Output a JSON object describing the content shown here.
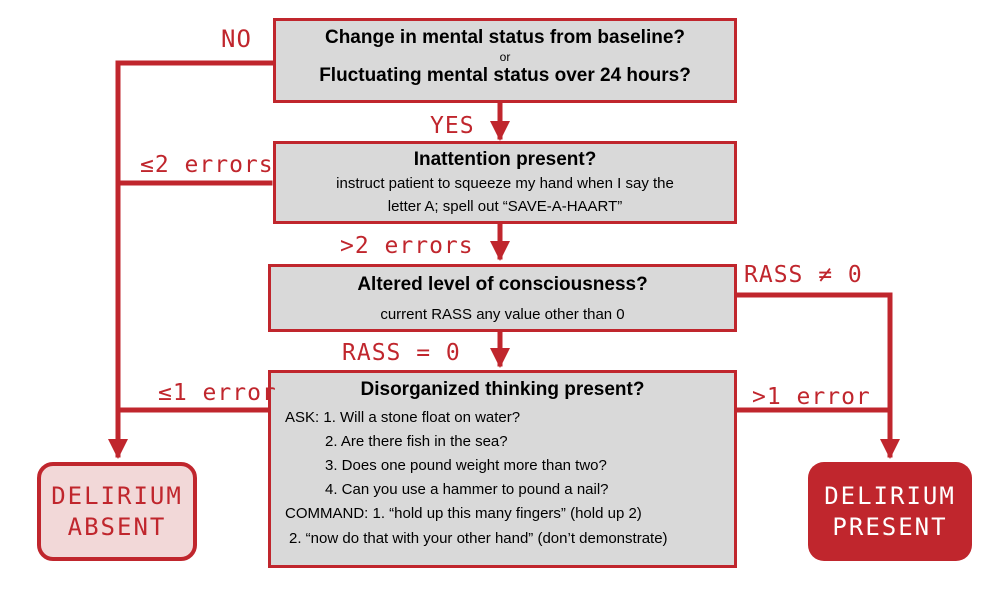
{
  "theme": {
    "accent": "#c0262d",
    "box_fill": "#d9d9d9",
    "outcome_absent_fill": "#f2d8d8"
  },
  "icons": [
    "arrow-down-icon",
    "arrow-right-icon",
    "arrow-left-icon"
  ],
  "step1": {
    "line1": "Change in mental status from baseline?",
    "or": "or",
    "line2": "Fluctuating mental status over 24 hours?"
  },
  "step2": {
    "title": "Inattention present?",
    "line1": "instruct patient to squeeze my hand when I say the",
    "line2": "letter A; spell out “SAVE-A-HAART”"
  },
  "step3": {
    "title": "Altered level of consciousness?",
    "desc": "current RASS any value other than 0"
  },
  "step4": {
    "title": "Disorganized thinking present?",
    "lines": [
      "ASK: 1. Will a stone float on water?",
      "2. Are there fish in the sea?",
      "3. Does one pound weight more than two?",
      "4. Can you use a hammer to pound a nail?",
      "COMMAND: 1. “hold up this many fingers” (hold up 2)",
      "2. “now do that with your other hand” (don’t demonstrate)"
    ]
  },
  "labels": {
    "no": "NO",
    "yes": "YES",
    "le2_errors": "≤2 errors",
    "gt2_errors": ">2 errors",
    "rass_ne0": "RASS ≠ 0",
    "rass_eq0": "RASS = 0",
    "le1_error": "≤1 error",
    "gt1_error": ">1 error"
  },
  "outcomes": {
    "absent": {
      "line1": "DELIRIUM",
      "line2": "ABSENT"
    },
    "present": {
      "line1": "DELIRIUM",
      "line2": "PRESENT"
    }
  }
}
